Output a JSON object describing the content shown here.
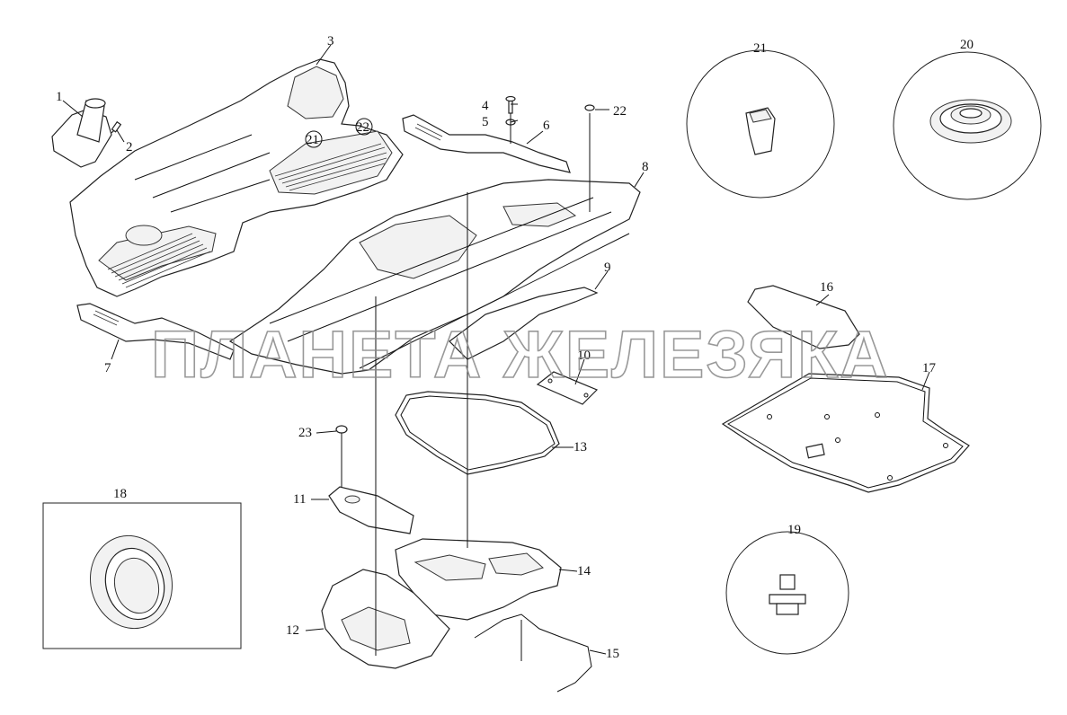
{
  "watermark": "ПЛАНЕТА ЖЕЛЕЗЯКА",
  "callouts": {
    "c1": "1",
    "c2": "2",
    "c3": "3",
    "c4": "4",
    "c5": "5",
    "c6": "6",
    "c7": "7",
    "c8": "8",
    "c9": "9",
    "c10": "10",
    "c11": "11",
    "c12": "12",
    "c13": "13",
    "c14": "14",
    "c15": "15",
    "c16": "16",
    "c17": "17",
    "c18": "18",
    "c19": "19",
    "c20": "20",
    "c21": "21",
    "c22": "22",
    "c23": "23",
    "c21b": "21",
    "c22b": "22"
  }
}
